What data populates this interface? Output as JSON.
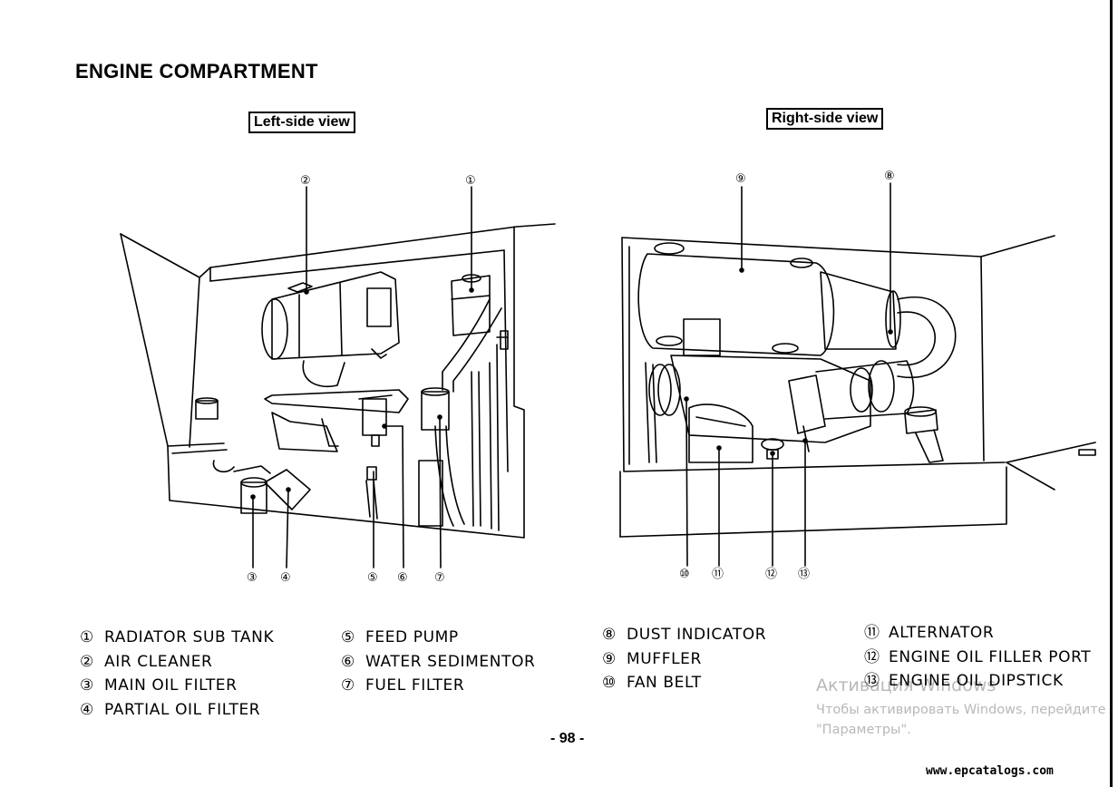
{
  "page": {
    "title": "ENGINE COMPARTMENT",
    "page_number": "- 98 -",
    "site": "www.epcatalogs.com"
  },
  "views": {
    "left": "Left-side view",
    "right": "Right-side view"
  },
  "callouts": {
    "c1": "①",
    "c2": "②",
    "c3": "③",
    "c4": "④",
    "c5": "⑤",
    "c6": "⑥",
    "c7": "⑦",
    "c8": "⑧",
    "c9": "⑨",
    "c10": "⑩",
    "c11": "⑪",
    "c12": "⑫",
    "c13": "⑬"
  },
  "legend": [
    {
      "num": "①",
      "label": "RADIATOR SUB TANK"
    },
    {
      "num": "②",
      "label": "AIR CLEANER"
    },
    {
      "num": "③",
      "label": "MAIN OIL FILTER"
    },
    {
      "num": "④",
      "label": "PARTIAL OIL FILTER"
    },
    {
      "num": "⑤",
      "label": "FEED PUMP"
    },
    {
      "num": "⑥",
      "label": "WATER SEDIMENTOR"
    },
    {
      "num": "⑦",
      "label": "FUEL FILTER"
    },
    {
      "num": "⑧",
      "label": "DUST INDICATOR"
    },
    {
      "num": "⑨",
      "label": "MUFFLER"
    },
    {
      "num": "⑩",
      "label": "FAN BELT"
    },
    {
      "num": "⑪",
      "label": "ALTERNATOR"
    },
    {
      "num": "⑫",
      "label": "ENGINE OIL FILLER PORT"
    },
    {
      "num": "⑬",
      "label": "ENGINE OIL DIPSTICK"
    }
  ],
  "watermark": {
    "line1": "Активация Windows",
    "line2": "Чтобы активировать Windows, перейдите",
    "line3": "\"Параметры\"."
  }
}
